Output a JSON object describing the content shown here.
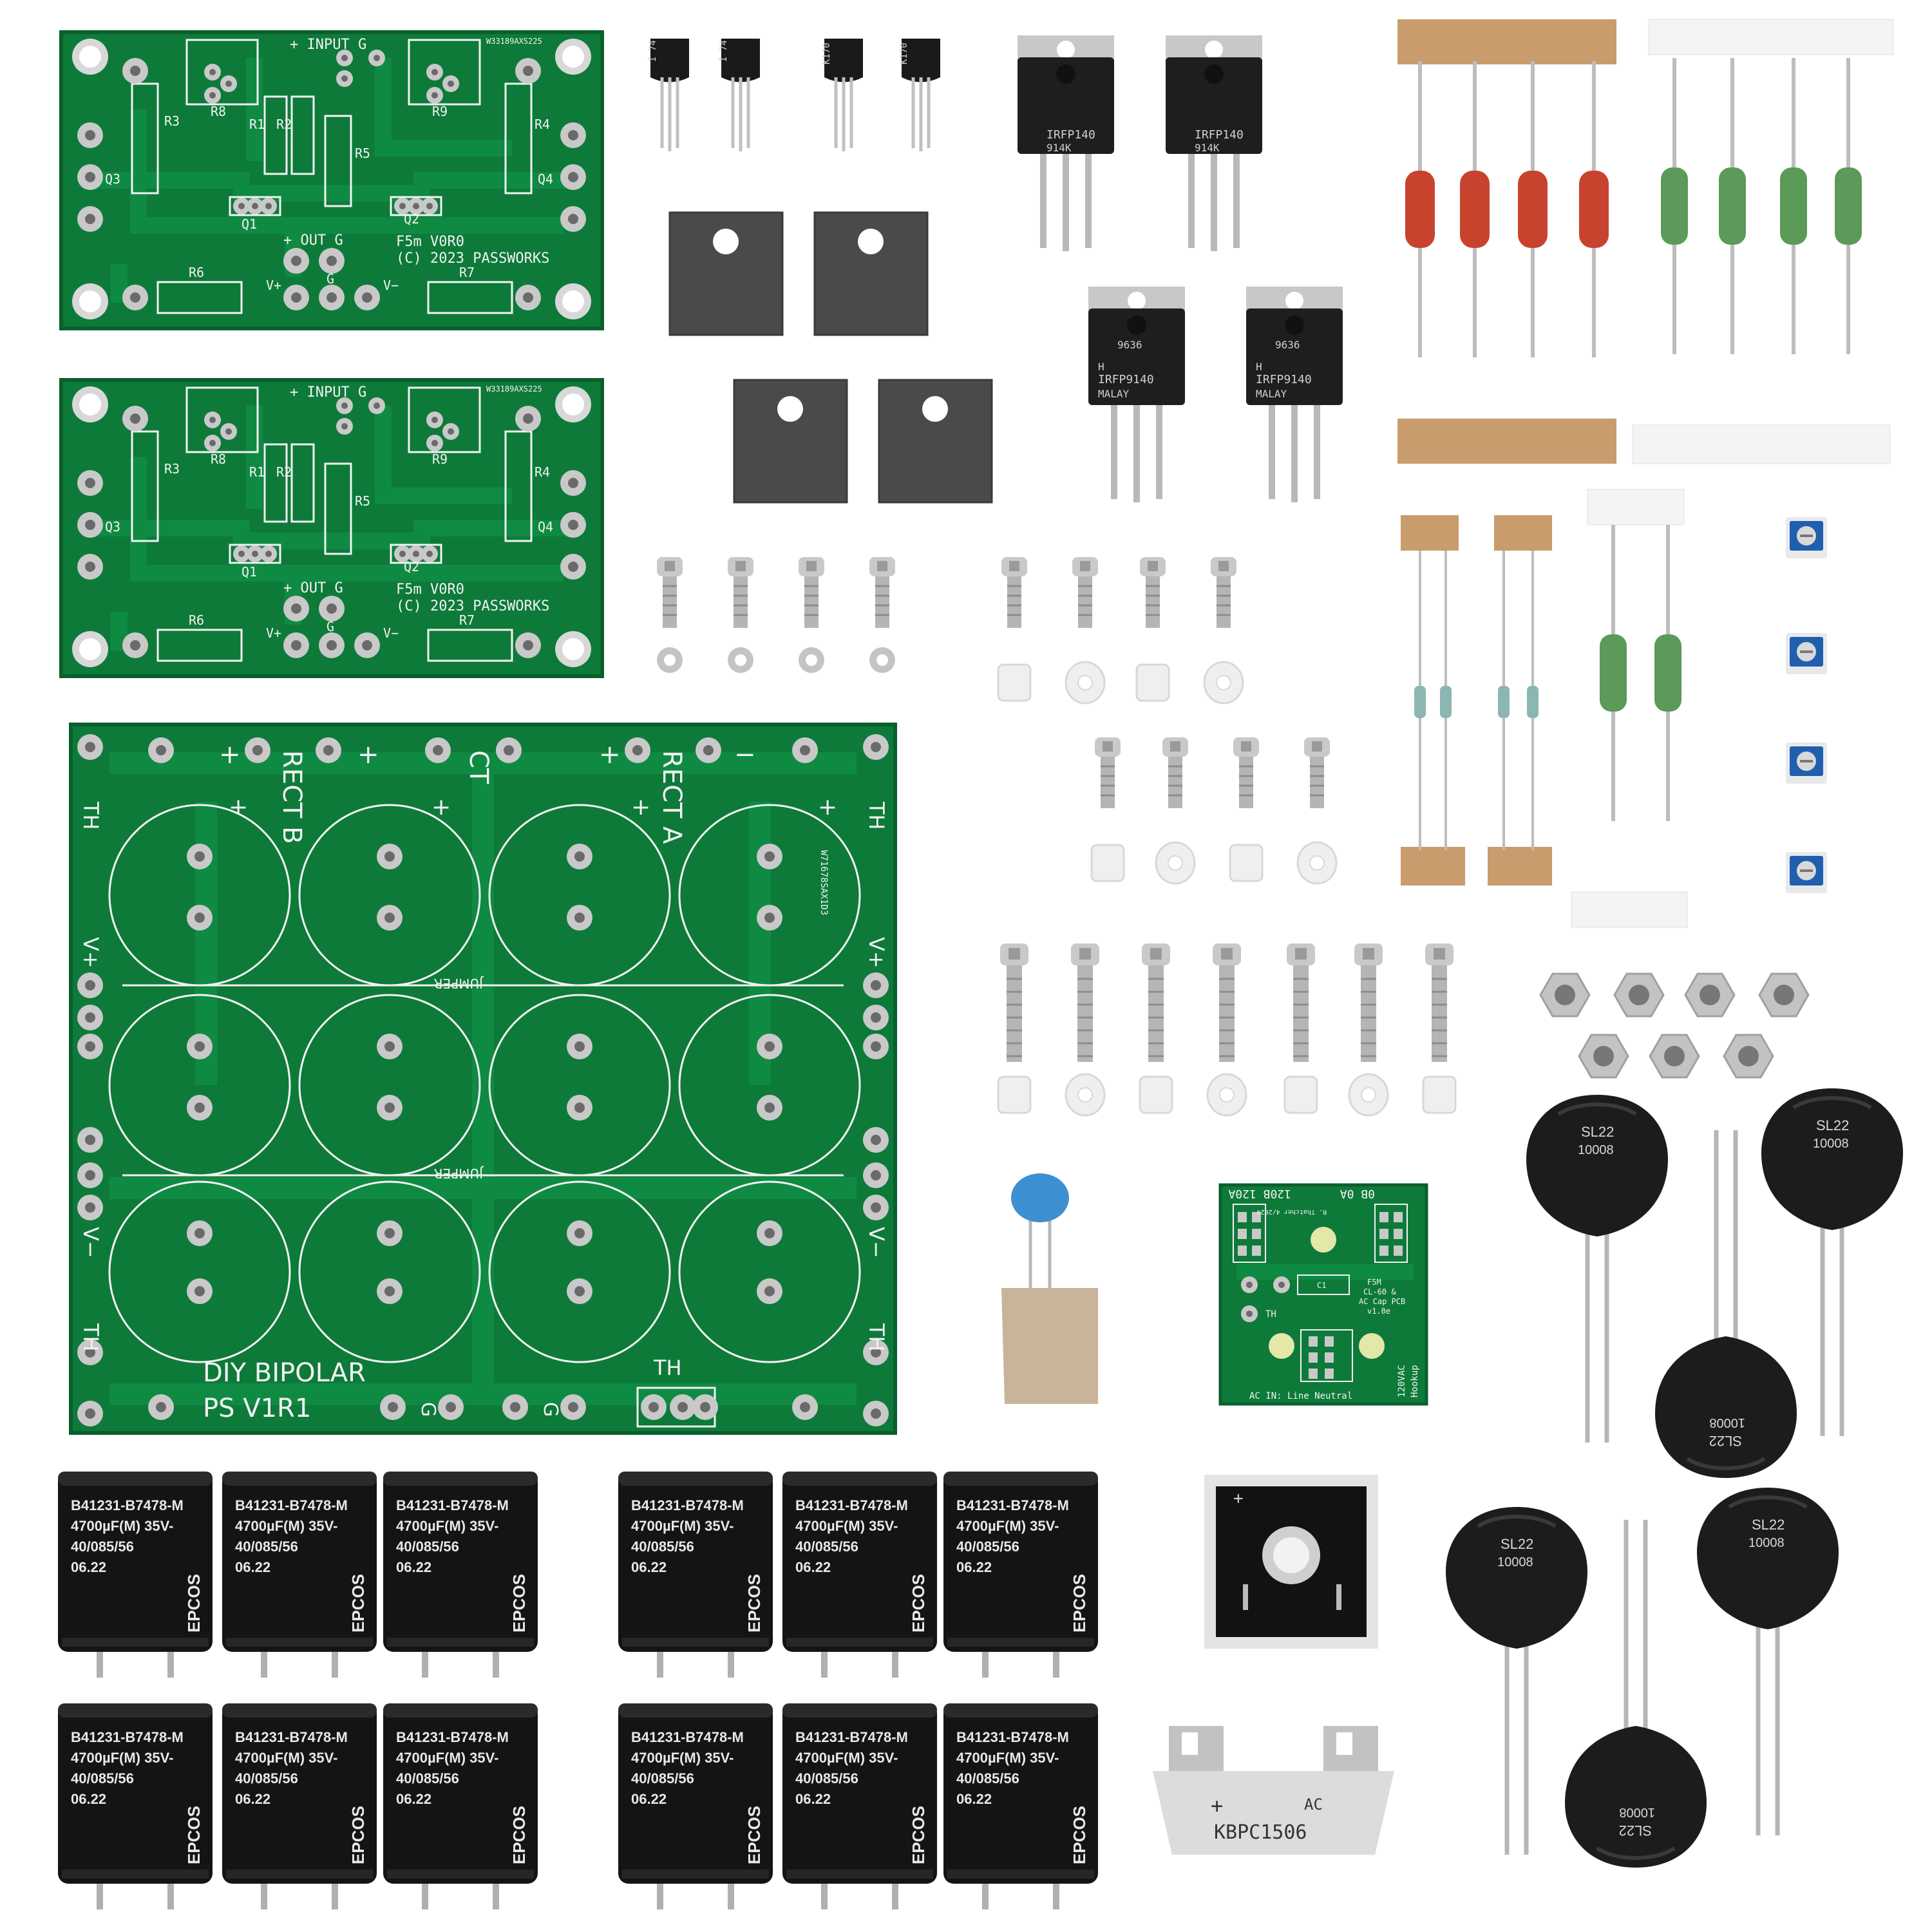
{
  "colors": {
    "pcb": "#0d7a3a",
    "pcb_dark": "#0a5f2d",
    "silkscreen": "#f2f2f2",
    "pad": "#c9c9c9",
    "capacitor": "#141414",
    "ntc": "#1c1c1c",
    "background": "#ffffff"
  },
  "amp_board": {
    "board_id": "W33189AXS225",
    "labels": {
      "input": "+ INPUT G",
      "output": "+ OUT G",
      "title": "F5m V0R0",
      "copyright": "(C) 2023  PASSWORKS",
      "r1": "R1",
      "r2": "R2",
      "r3": "R3",
      "r4": "R4",
      "r5": "R5",
      "r6": "R6",
      "r7": "R7",
      "r8": "R8",
      "r9": "R9",
      "q1": "Q1",
      "q2": "Q2",
      "q3": "Q3",
      "q4": "Q4",
      "vplus": "V+",
      "g": "G",
      "vminus": "V−"
    }
  },
  "psu_board": {
    "board_id": "W71678SAX1D3",
    "labels": {
      "rect_b": "RECT B",
      "rect_a": "RECT A",
      "ct": "CT",
      "th": "TH",
      "vplus": "V+",
      "vminus": "V−",
      "jumper": "JUMPER",
      "title1": "DIY BIPOLAR",
      "title2": "PS V1R1",
      "g": "G",
      "plus": "+",
      "minus": "−"
    }
  },
  "small_transistors": [
    "İ 74",
    "İ 74",
    "K170",
    "K170"
  ],
  "mosfets_n": {
    "line1": "IRFP140",
    "line2": "914K"
  },
  "mosfets_p": {
    "line1": "9636",
    "line2": "H",
    "line3": "IRFP9140",
    "line4": "MALAY"
  },
  "cl60_board": {
    "labels": {
      "top_left": "120B 120A",
      "top_right": "0B  0A",
      "author": "R. Thatcher 4/2024",
      "c1": "C1",
      "th": "TH",
      "name1": "F5M",
      "name2": "CL-60 &",
      "name3": "AC Cap PCB",
      "name4": "v1.0e",
      "side1": "120VAC",
      "side2": "Hookup",
      "ac_in": "AC IN: Line  Neutral"
    }
  },
  "capacitor": {
    "part": "B41231-B7478-M",
    "value": "4700µF(M)",
    "voltage": "35V-",
    "code": "40/085/56",
    "date": "06.22",
    "brand": "EPCOS"
  },
  "bridge_rectifier": {
    "plus": "+",
    "ac": "AC",
    "part": "KBPC1506"
  },
  "ntc": {
    "line1": "SL22",
    "line2": "10008"
  }
}
